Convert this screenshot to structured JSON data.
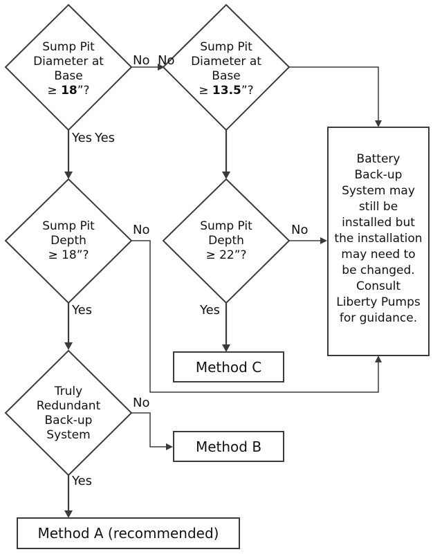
{
  "nodes": {
    "q_diameter_18": {
      "lines": [
        "Sump Pit",
        "Diameter at",
        "Base"
      ],
      "emphasis_prefix": "≥ ",
      "emphasis": "18",
      "emphasis_suffix": "”?"
    },
    "q_diameter_13_5": {
      "lines": [
        "Sump Pit",
        "Diameter at",
        "Base"
      ],
      "emphasis_prefix": "≥ ",
      "emphasis": "13.5",
      "emphasis_suffix": "”?"
    },
    "q_depth_18": {
      "lines": [
        "Sump Pit",
        "Depth"
      ],
      "emphasis_line": "≥ 18”?"
    },
    "q_depth_22": {
      "lines": [
        "Sump Pit",
        "Depth"
      ],
      "emphasis_line": "≥ 22”?"
    },
    "q_redundant": {
      "lines": [
        "Truly",
        "Redundant",
        "Back-up",
        "System"
      ]
    },
    "battery_box": {
      "lines": [
        "Battery",
        "Back-up",
        "System may",
        "still be",
        "installed but",
        "the installation",
        "may need to",
        "be changed.",
        "Consult",
        "Liberty Pumps",
        "for guidance."
      ]
    },
    "method_a": {
      "label": "Method A (recommended)"
    },
    "method_b": {
      "label": "Method B"
    },
    "method_c": {
      "label": "Method C"
    }
  },
  "edge_labels": {
    "d18_no": "No",
    "d13_no": "No",
    "d18_yes": "Yes",
    "d13_yes": "Yes",
    "dep18_no": "No",
    "dep18_yes": "Yes",
    "dep22_no": "No",
    "dep22_yes": "Yes",
    "red_no": "No",
    "red_yes": "Yes"
  }
}
